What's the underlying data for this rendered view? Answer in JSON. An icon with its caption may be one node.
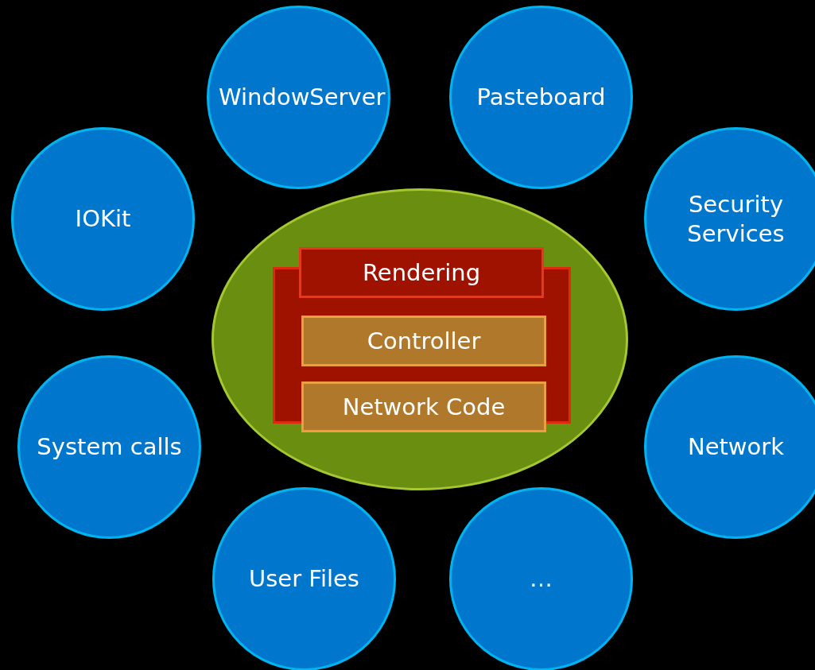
{
  "diagram": {
    "nodes": [
      {
        "text": [
          "WindowServer"
        ]
      },
      {
        "text": [
          "Pasteboard"
        ]
      },
      {
        "text": [
          "IOKit"
        ]
      },
      {
        "text": [
          "Security Services"
        ]
      },
      {
        "text": [],
        "shape": "ellipse"
      },
      {
        "text": [],
        "shape": "box",
        "in": 4
      },
      {
        "text": [
          "Rendering"
        ],
        "in": 4
      },
      {
        "text": [
          "Controller"
        ],
        "in": 5
      },
      {
        "text": [
          "Network Code"
        ],
        "in": 5
      },
      {
        "text": [
          "System calls"
        ]
      },
      {
        "text": [
          "Network"
        ]
      },
      {
        "text": [
          "User Files"
        ]
      },
      {
        "text": [
          "…"
        ]
      }
    ]
  }
}
